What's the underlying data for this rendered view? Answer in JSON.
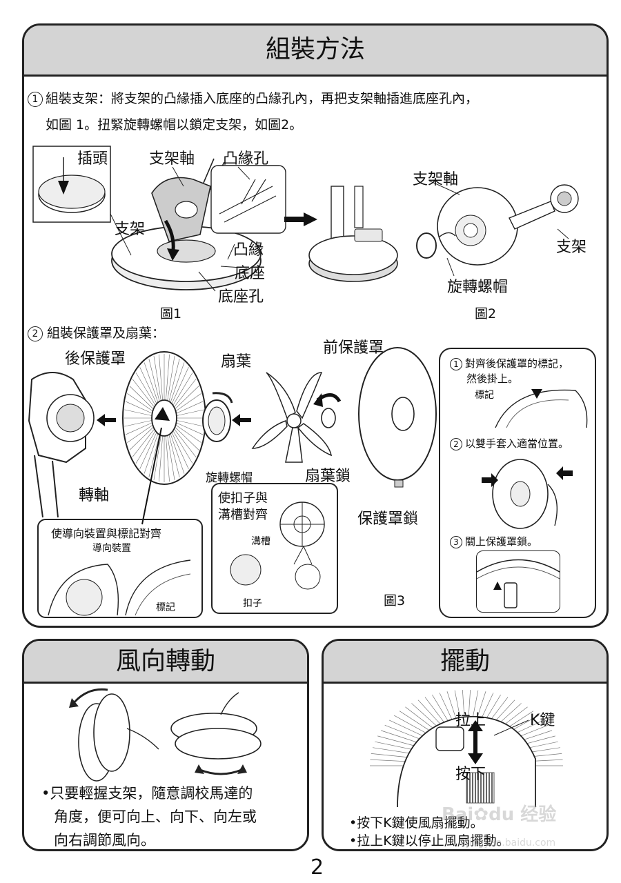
{
  "assembly": {
    "title": "組裝方法",
    "step1": {
      "num": "1",
      "line1": "組裝支架：將支架的凸緣插入底座的凸緣孔內，再把支架軸插進底座孔內，",
      "line2": "如圖 1。扭緊旋轉螺帽以鎖定支架，如圖2。"
    },
    "fig1_labels": {
      "plug": "插頭",
      "stand_shaft": "支架軸",
      "flange_hole": "凸緣孔",
      "stand": "支架",
      "flange": "凸緣",
      "base": "底座",
      "base_hole": "底座孔",
      "caption": "圖1"
    },
    "fig2_labels": {
      "stand_shaft": "支架軸",
      "stand": "支架",
      "nut": "旋轉螺帽",
      "caption": "圖2"
    },
    "step2": {
      "num": "2",
      "text": "組裝保護罩及扇葉："
    },
    "fig3_labels": {
      "rear_guard": "後保護罩",
      "blade": "扇葉",
      "front_guard": "前保護罩",
      "nut": "旋轉螺帽",
      "blade_lock": "扇葉鎖",
      "shaft": "轉軸",
      "guard_lock": "保護罩鎖",
      "caption": "圖3"
    },
    "guide_box": {
      "title": "使導向裝置與標記對齊",
      "guide": "導向裝置",
      "mark": "標記"
    },
    "clip_box": {
      "title_line1": "使扣子與",
      "title_line2": "溝槽對齊",
      "groove": "溝槽",
      "clip": "扣子"
    },
    "side_box": {
      "s1_num": "1",
      "s1_line1": "對齊後保護罩的標記，",
      "s1_line2": "然後掛上。",
      "s1_mark": "標記",
      "s2_num": "2",
      "s2_text": "以雙手套入適當位置。",
      "s3_num": "3",
      "s3_text": "關上保護罩鎖。"
    }
  },
  "wind": {
    "title": "風向轉動",
    "bullet": "•",
    "line1": "只要輕握支架，隨意調校馬達的",
    "line2": "角度，便可向上、向下、向左或",
    "line3": "向右調節風向。"
  },
  "swing": {
    "title": "擺動",
    "pull_up": "拉上",
    "k_key": "K鍵",
    "press_down": "按下",
    "bullet": "•",
    "line1": "按下K鍵使風扇擺動。",
    "line2": "拉上K鍵以停止風扇擺動。"
  },
  "watermark": {
    "text1": "Bai",
    "text2": "du",
    "text3": "经验",
    "url": "jingyan.baidu.com"
  },
  "page_number": "2"
}
